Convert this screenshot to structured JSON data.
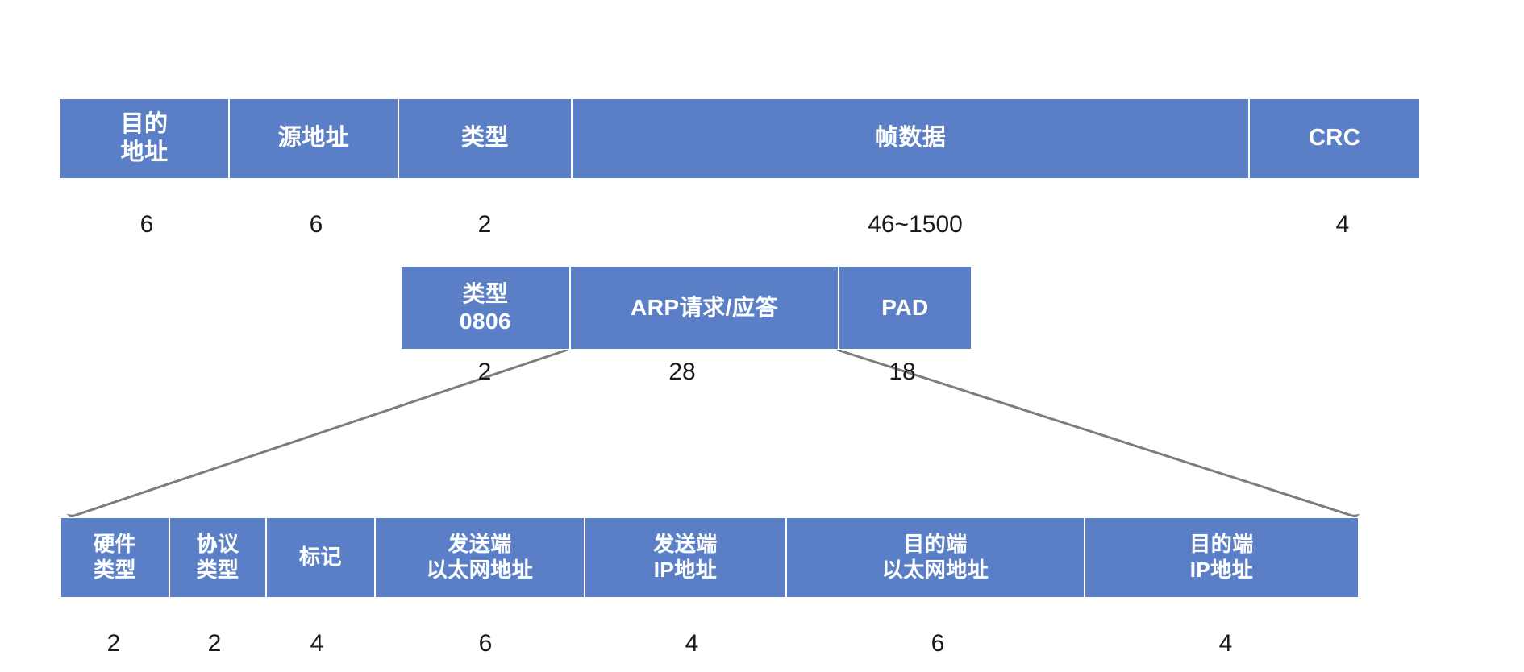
{
  "diagram": {
    "title": "Ethernet frame and ARP packet structure",
    "colors": {
      "box_fill": "#5a7fc7",
      "box_border": "#ffffff",
      "box_text": "#ffffff",
      "caption_text": "#1a1a1a",
      "connector": "#808080",
      "background": "#ffffff"
    }
  },
  "rows": {
    "ethernet_frame": {
      "name": "ethernet-frame-row",
      "fields": [
        {
          "label": "目的\n地址",
          "size": "6"
        },
        {
          "label": "源地址",
          "size": "6"
        },
        {
          "label": "类型",
          "size": "2"
        },
        {
          "label": "帧数据",
          "size": "46~1500"
        },
        {
          "label": "CRC",
          "size": "4"
        }
      ]
    },
    "arp_payload": {
      "name": "arp-payload-row",
      "fields": [
        {
          "label": "类型\n0806",
          "size": "2"
        },
        {
          "label": "ARP请求/应答",
          "size": "28"
        },
        {
          "label": "PAD",
          "size": "18"
        }
      ]
    },
    "arp_packet": {
      "name": "arp-packet-row",
      "fields": [
        {
          "label": "硬件\n类型",
          "size": "2"
        },
        {
          "label": "协议\n类型",
          "size": "2"
        },
        {
          "label": "标记",
          "size": "4"
        },
        {
          "label": "发送端\n以太网地址",
          "size": "6"
        },
        {
          "label": "发送端\nIP地址",
          "size": "4"
        },
        {
          "label": "目的端\n以太网地址",
          "size": "6"
        },
        {
          "label": "目的端\nIP地址",
          "size": "4"
        }
      ]
    }
  },
  "connectors": [
    {
      "name": "arp-expand-left-connector",
      "from": "arp-payload-row.left-edge",
      "to": "arp-packet-row.left-edge",
      "arrow": "end"
    },
    {
      "name": "arp-expand-right-connector",
      "from": "arp-payload-row.right-edge",
      "to": "arp-packet-row.right-edge",
      "arrow": "end"
    }
  ]
}
